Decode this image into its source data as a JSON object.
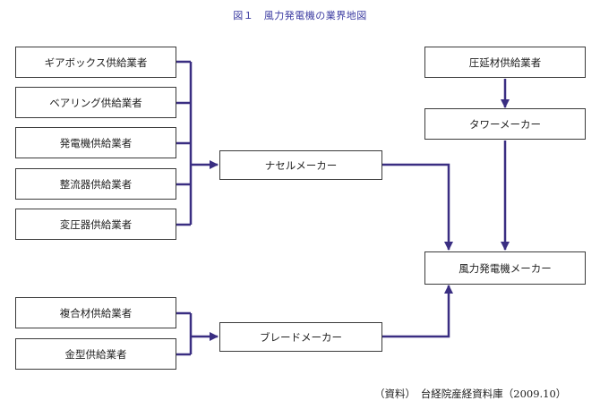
{
  "title": "図１　風力発電機の業界地図",
  "suppliers_nacelle": [
    {
      "label": "ギアボックス供給業者"
    },
    {
      "label": "ベアリング供給業者"
    },
    {
      "label": "発電機供給業者"
    },
    {
      "label": "整流器供給業者"
    },
    {
      "label": "変圧器供給業者"
    }
  ],
  "suppliers_blade": [
    {
      "label": "複合材供給業者"
    },
    {
      "label": "金型供給業者"
    }
  ],
  "nacelle_maker": "ナセルメーカー",
  "blade_maker": "ブレードメーカー",
  "rolled_supplier": "圧延材供給業者",
  "tower_maker": "タワーメーカー",
  "turbine_maker": "風力発電機メーカー",
  "source": "（資料）　台経院産経資料庫（2009.10）",
  "colors": {
    "line": "#3a2e82",
    "box_border": "#3a3a3a",
    "title": "#3a3aa0"
  }
}
